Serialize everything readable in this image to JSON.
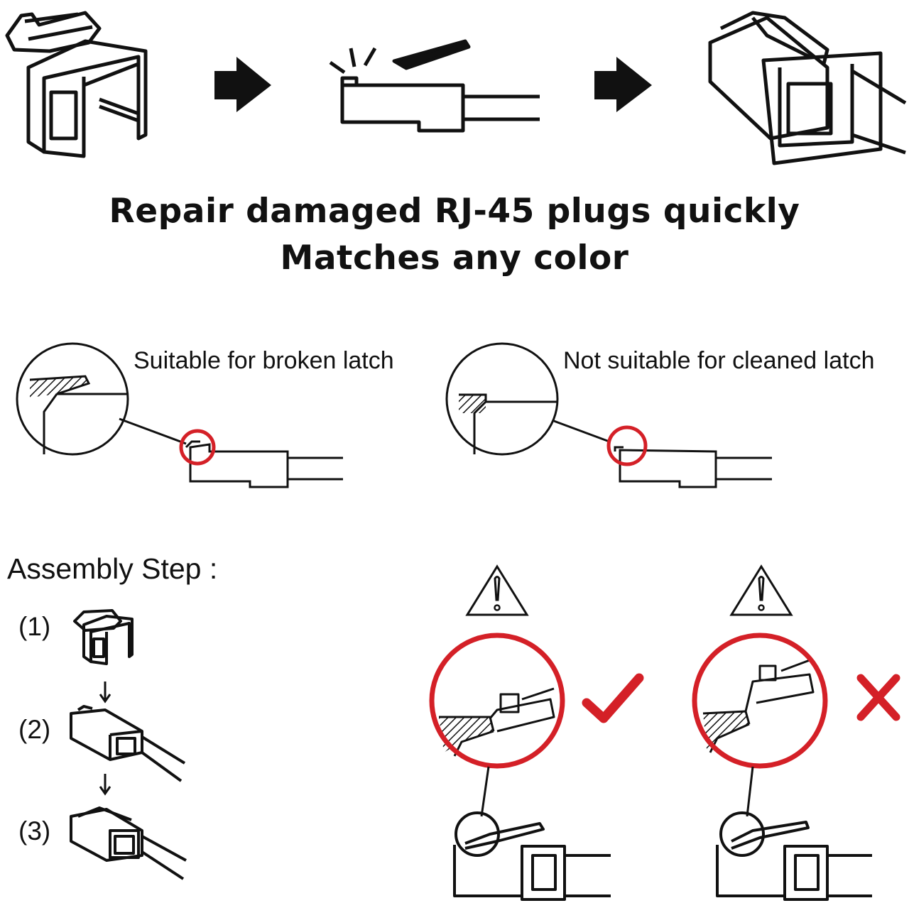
{
  "headline": {
    "line1": "Repair damaged RJ-45 plugs quickly",
    "line2": "Matches any color"
  },
  "comparison": {
    "suitable_label": "Suitable for broken latch",
    "not_suitable_label": "Not suitable for cleaned latch"
  },
  "assembly": {
    "title": "Assembly Step :",
    "steps": [
      "(1)",
      "(2)",
      "(3)"
    ]
  },
  "colors": {
    "ink": "#111111",
    "highlight_red": "#d42027"
  },
  "icons": [
    "warning-triangle-icon",
    "check-mark-icon",
    "cross-mark-icon",
    "arrow-right-icon",
    "arrow-down-icon"
  ]
}
